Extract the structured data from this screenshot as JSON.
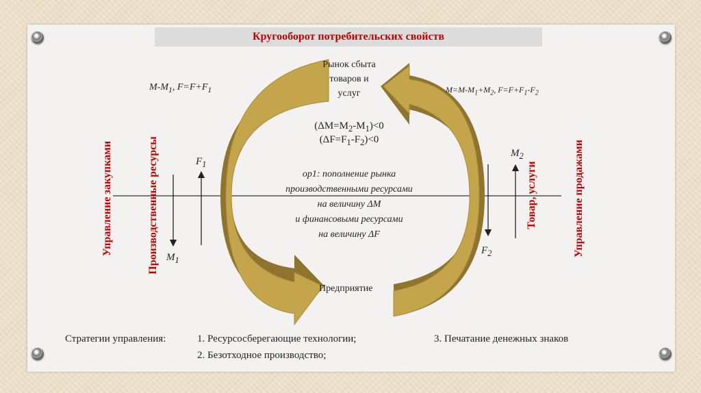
{
  "title": "Кругооборот потребительских свойств",
  "market": [
    "Рынок сбыта",
    "товаров и",
    "услуг"
  ],
  "enterprise": "Предприятие",
  "formula_left": [
    "M-M",
    "1",
    ", F=F+F",
    "1"
  ],
  "formula_right": [
    "M=M-M",
    "1",
    "+M",
    "2",
    ", F=F+F",
    "1",
    "-F",
    "2"
  ],
  "delta_m": [
    "(ΔM=M",
    "2",
    "-M",
    "1",
    ")<0"
  ],
  "delta_f": [
    "(ΔF=F",
    "1",
    "-F",
    "2",
    ")<0"
  ],
  "center_text": [
    "op1: пополнение рынка",
    "производственными ресурсами",
    "на величину ΔM",
    "и финансовыми ресурсами",
    "на величину ΔF"
  ],
  "labels": {
    "f1": [
      "F",
      "1"
    ],
    "m1": [
      "M",
      "1"
    ],
    "m2": [
      "M",
      "2"
    ],
    "f2": [
      "F",
      "2"
    ]
  },
  "vertical": {
    "left_outer": "Управление закупками",
    "left_inner": "Производственные ресурсы",
    "right_inner": "Товар, услуги",
    "right_outer": "Управление продажами"
  },
  "strategies": {
    "label": "Стратегии управления:",
    "item1": "1. Ресурсосберегающие технологии;",
    "item2": "2. Безотходное производство;",
    "item3": "3. Печатание денежных знаков"
  },
  "colors": {
    "accent": "#c00000",
    "arrow_gold": "#c5a54c",
    "arrow_shadow": "#8f7430"
  }
}
